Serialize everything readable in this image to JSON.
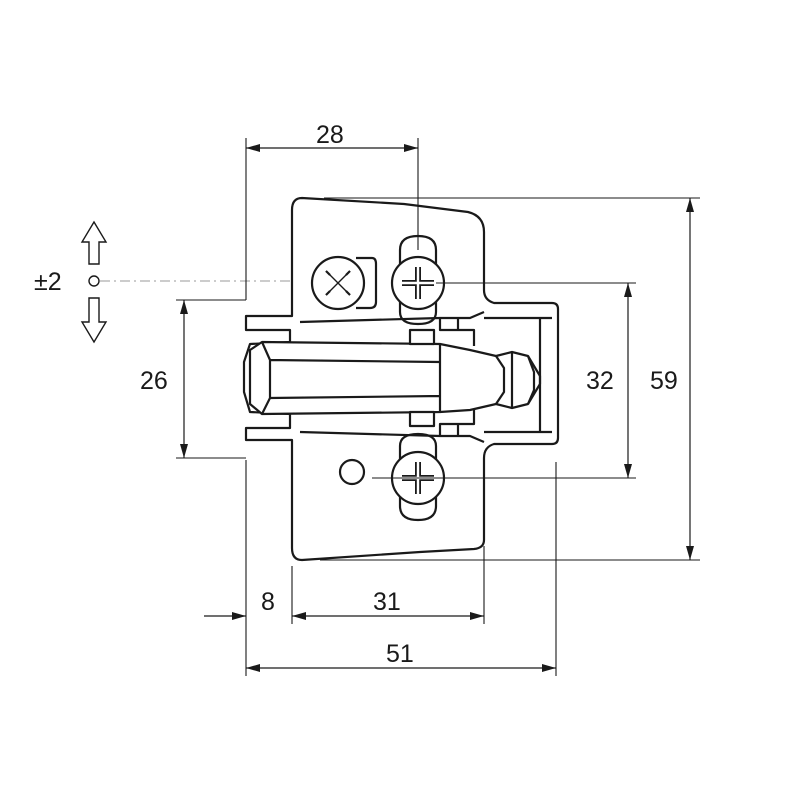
{
  "drawing": {
    "adjustment_label": "±2",
    "dimensions": {
      "top_width": "28",
      "left_height": "26",
      "hole_spacing": "32",
      "total_height": "59",
      "offset_left": "8",
      "offset_mid": "31",
      "total_width": "51"
    }
  },
  "colors": {
    "line": "#1a1a1a",
    "centerline": "#9a9a9a",
    "background": "#ffffff"
  }
}
